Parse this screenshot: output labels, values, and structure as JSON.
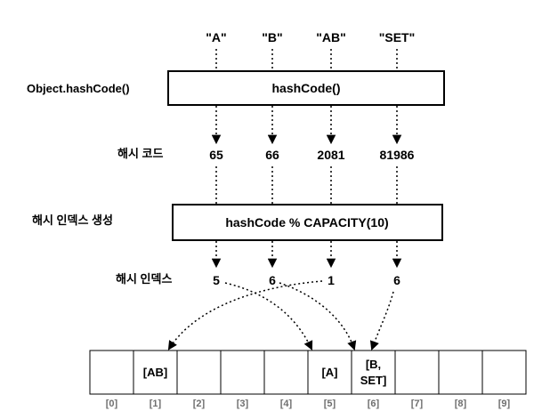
{
  "inputs": [
    "\"A\"",
    "\"B\"",
    "\"AB\"",
    "\"SET\""
  ],
  "row_labels": {
    "hash_function": "Object.hashCode()",
    "hash_code": "해시 코드",
    "index_creation": "해시 인덱스 생성",
    "hash_index": "해시 인덱스"
  },
  "boxes": {
    "hashcode": "hashCode()",
    "modulo": "hashCode % CAPACITY(10)"
  },
  "hash_codes": [
    "65",
    "66",
    "2081",
    "81986"
  ],
  "hash_indexes": [
    "5",
    "6",
    "1",
    "6"
  ],
  "array": {
    "cells": [
      "",
      "[AB]",
      "",
      "",
      "",
      "[A]",
      "[B,\nSET]",
      "",
      "",
      ""
    ],
    "cell_line1": [
      "",
      "[AB]",
      "",
      "",
      "",
      "[A]",
      "[B,",
      "",
      "",
      ""
    ],
    "cell_line2": [
      "",
      "",
      "",
      "",
      "",
      "",
      "SET]",
      "",
      "",
      ""
    ],
    "indices": [
      "[0]",
      "[1]",
      "[2]",
      "[3]",
      "[4]",
      "[5]",
      "[6]",
      "[7]",
      "[8]",
      "[9]"
    ]
  }
}
